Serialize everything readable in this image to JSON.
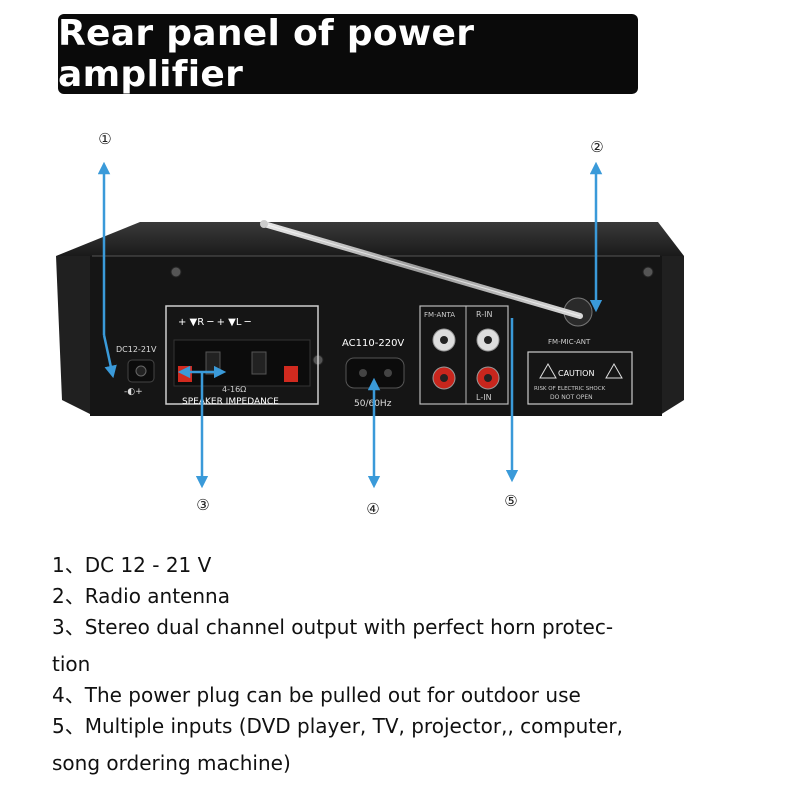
{
  "title": "Rear panel of power amplifier",
  "callouts": [
    "①",
    "②",
    "③",
    "④",
    "⑤"
  ],
  "panel_labels": {
    "dc": "DC12-21V",
    "dc_polarity": "-◐+",
    "speaker_top": "+ ▼R ─   + ▼L ─",
    "speaker_impedance_value": "4-16Ω",
    "speaker_impedance": "SPEAKER IMPEDANCE",
    "ac": "AC110-220V",
    "freq": "50/60Hz",
    "fm_anta": "FM-ANTA",
    "r_in": "R-IN",
    "l_in": "L-IN",
    "fm_mic_ant": "FM-MIC-ANT",
    "caution": "CAUTION",
    "caution_l1": "RISK OF ELECTRIC SHOCK",
    "caution_l2": "DO NOT OPEN"
  },
  "descriptions": [
    "1、DC 12 - 21 V",
    "2、Radio antenna",
    "3、Stereo dual channel output with perfect horn protec-",
    "tion",
    "4、The power plug can be pulled out for outdoor use",
    "5、Multiple inputs (DVD player, TV, projector,, computer,",
    "song ordering machine)"
  ],
  "colors": {
    "arrow": "#3a9ad9",
    "panel": "#151515",
    "title_bg": "#0a0a0a"
  }
}
